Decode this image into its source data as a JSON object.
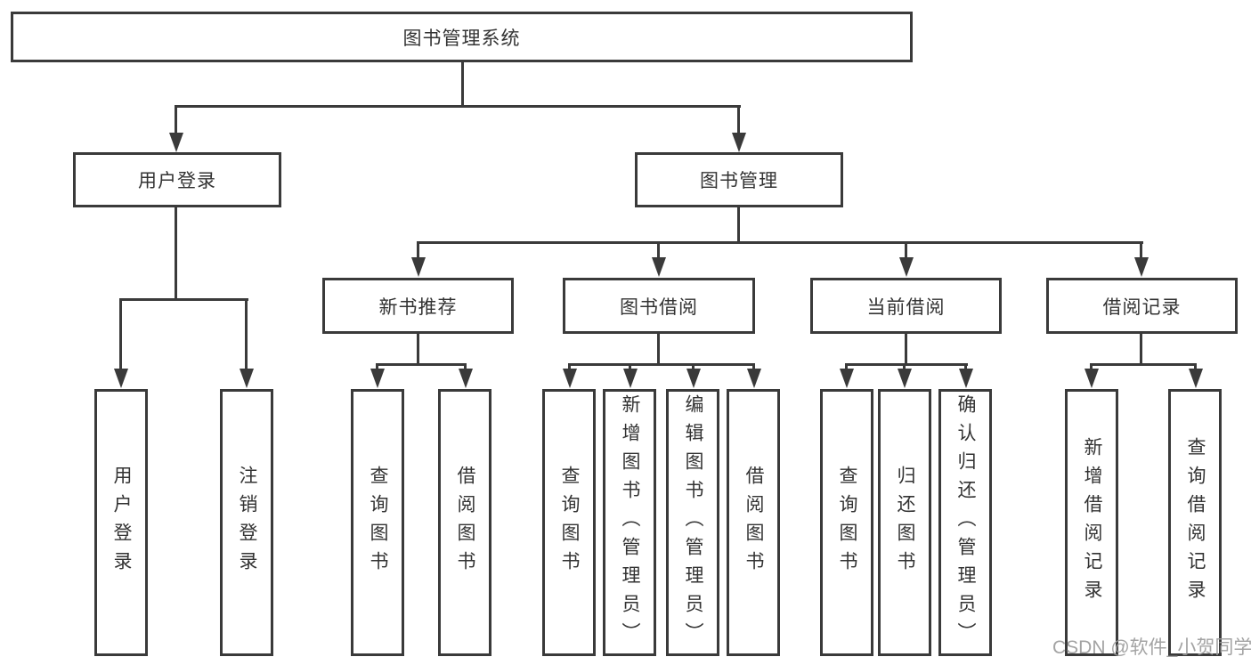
{
  "diagram": {
    "root": {
      "label": "图书管理系统"
    },
    "level2": [
      {
        "label": "用户登录"
      },
      {
        "label": "图书管理"
      }
    ],
    "level3": [
      {
        "label": "新书推荐"
      },
      {
        "label": "图书借阅"
      },
      {
        "label": "当前借阅"
      },
      {
        "label": "借阅记录"
      }
    ],
    "leaves": {
      "user_login": [
        "用户登录",
        "注销登录"
      ],
      "new_book_recommend": [
        "查询图书",
        "借阅图书"
      ],
      "book_borrow": [
        "查询图书",
        "新增图书（管理员）",
        "编辑图书（管理员）",
        "借阅图书"
      ],
      "current_borrow": [
        "查询图书",
        "归还图书",
        "确认归还（管理员）"
      ],
      "borrow_records": [
        "新增借阅记录",
        "查询借阅记录"
      ]
    }
  },
  "watermark": {
    "text": "CSDN @软件_小贺同学",
    "color": "#9b9b9b"
  },
  "colors": {
    "line": "#3a3a3a",
    "box_border": "#3a3a3a",
    "text": "#333333",
    "background": "#ffffff"
  }
}
